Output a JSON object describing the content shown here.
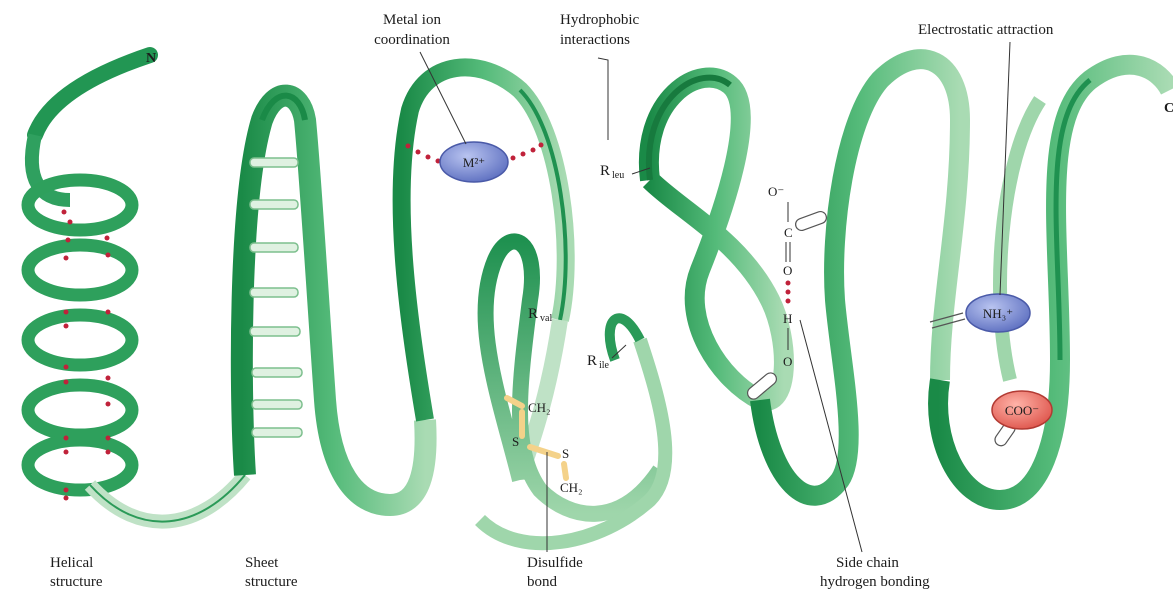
{
  "terminus_n": "N",
  "terminus_c": "C",
  "labels": {
    "metal_ion": [
      "Metal ion",
      "coordination"
    ],
    "hydrophobic": [
      "Hydrophobic",
      "interactions"
    ],
    "electrostatic": "Electrostatic attraction",
    "helical": [
      "Helical",
      "structure"
    ],
    "sheet": [
      "Sheet",
      "structure"
    ],
    "disulfide": [
      "Disulfide",
      "bond"
    ],
    "side_chain_h": [
      "Side chain",
      "hydrogen bonding"
    ]
  },
  "residues": {
    "leu": {
      "r": "R",
      "sub": "leu"
    },
    "val": {
      "r": "R",
      "sub": "val"
    },
    "ile": {
      "r": "R",
      "sub": "ile"
    }
  },
  "ions": {
    "metal": "M²⁺",
    "ammonium": "NH₃⁺",
    "carboxylate": "COO⁻"
  },
  "disulfide_atoms": {
    "ch2_top": "CH₂",
    "s1": "S",
    "s2": "S",
    "ch2_bottom": "CH₂"
  },
  "hbond_atoms": {
    "o_minus": "O⁻",
    "c": "C",
    "o": "O",
    "h": "H",
    "o2": "O"
  },
  "colors": {
    "ribbon": "#2e9e5b",
    "ribbon_dark": "#177a3e",
    "ribbon_light": "#bfe2c6",
    "bond_dots": "#c0223a",
    "metal_ion": "#7f8fd2",
    "ammonium": "#7f8fd2",
    "carboxylate": "#e8726a",
    "disulfide": "#f4d28a"
  }
}
